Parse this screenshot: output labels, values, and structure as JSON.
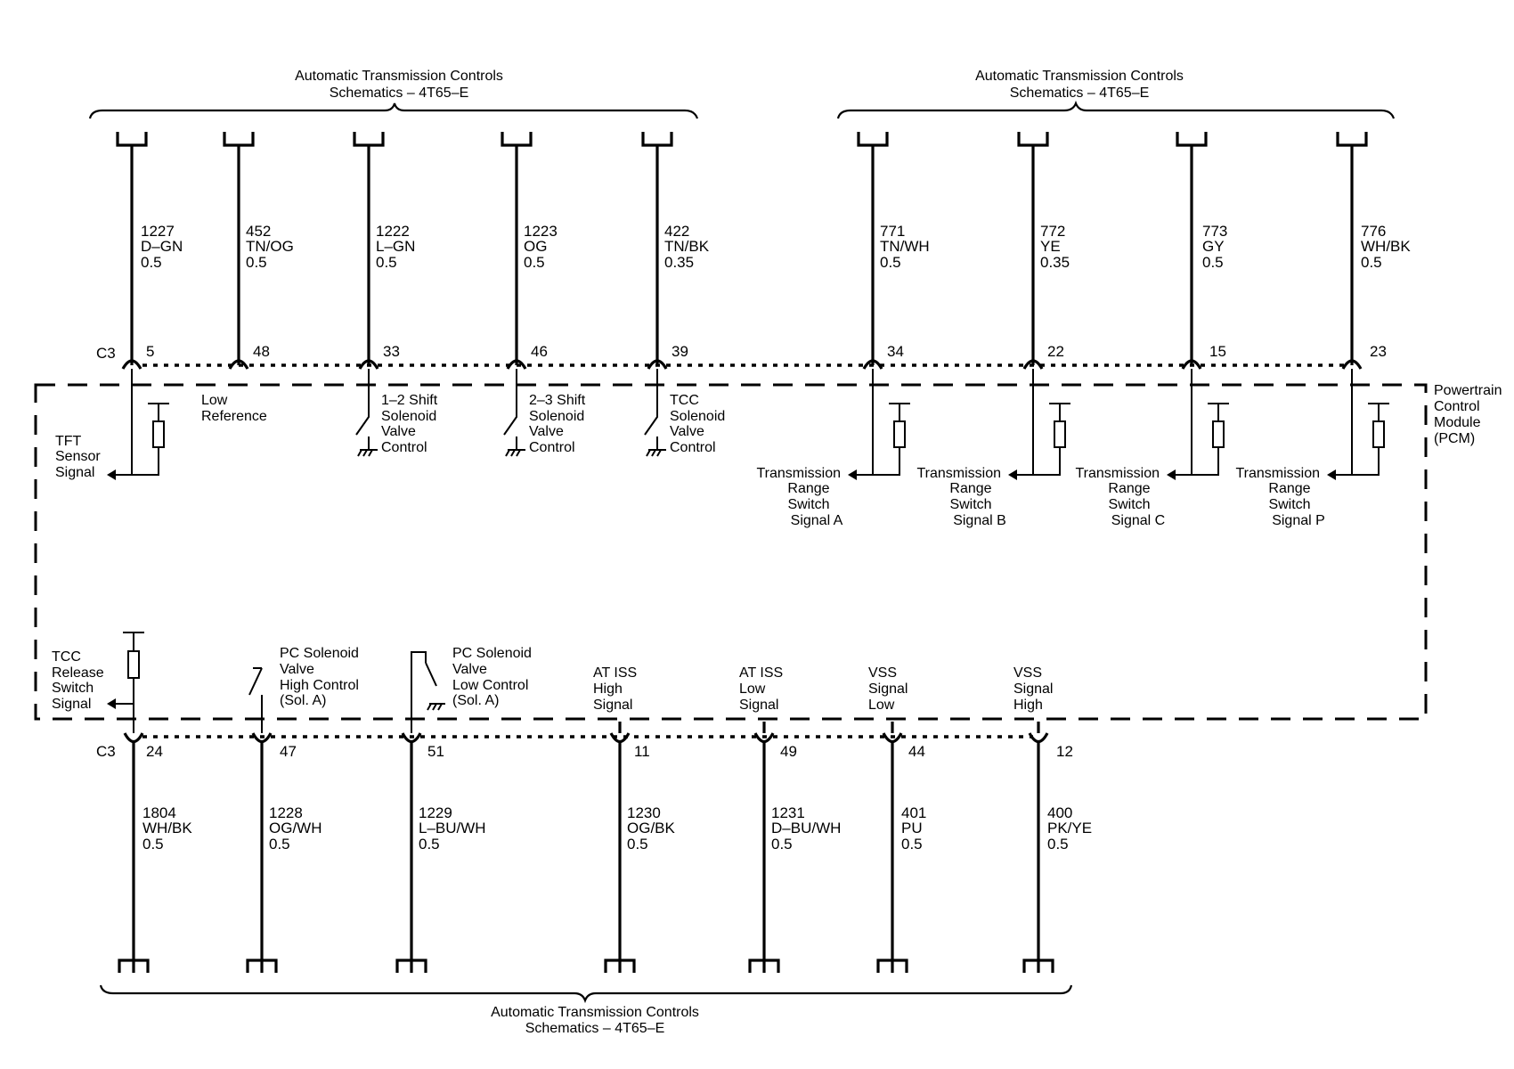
{
  "schematic_refs": {
    "top_left": [
      "Automatic Transmission Controls",
      "Schematics – 4T65–E"
    ],
    "top_right": [
      "Automatic Transmission Controls",
      "Schematics – 4T65–E"
    ],
    "bottom": [
      "Automatic Transmission Controls",
      "Schematics – 4T65–E"
    ]
  },
  "module_label": [
    "Powertrain",
    "Control",
    "Module",
    "(PCM)"
  ],
  "top_connector": "C3",
  "bottom_connector": "C3",
  "top_circuits": [
    {
      "circuit": "1227",
      "color": "D–GN",
      "size": "0.5",
      "pin": "5"
    },
    {
      "circuit": "452",
      "color": "TN/OG",
      "size": "0.5",
      "pin": "48"
    },
    {
      "circuit": "1222",
      "color": "L–GN",
      "size": "0.5",
      "pin": "33"
    },
    {
      "circuit": "1223",
      "color": "OG",
      "size": "0.5",
      "pin": "46"
    },
    {
      "circuit": "422",
      "color": "TN/BK",
      "size": "0.35",
      "pin": "39"
    },
    {
      "circuit": "771",
      "color": "TN/WH",
      "size": "0.5",
      "pin": "34"
    },
    {
      "circuit": "772",
      "color": "YE",
      "size": "0.35",
      "pin": "22"
    },
    {
      "circuit": "773",
      "color": "GY",
      "size": "0.5",
      "pin": "15"
    },
    {
      "circuit": "776",
      "color": "WH/BK",
      "size": "0.5",
      "pin": "23"
    }
  ],
  "top_functions": [
    [
      "TFT",
      "Sensor",
      "Signal"
    ],
    [
      "Low",
      "Reference"
    ],
    [
      "1–2 Shift",
      "Solenoid",
      "Valve",
      "Control"
    ],
    [
      "2–3 Shift",
      "Solenoid",
      "Valve",
      "Control"
    ],
    [
      "TCC",
      "Solenoid",
      "Valve",
      "Control"
    ],
    [
      "Transmission",
      "Range",
      "Switch",
      "Signal A"
    ],
    [
      "Transmission",
      "Range",
      "Switch",
      "Signal B"
    ],
    [
      "Transmission",
      "Range",
      "Switch",
      "Signal C"
    ],
    [
      "Transmission",
      "Range",
      "Switch",
      "Signal P"
    ]
  ],
  "bottom_circuits": [
    {
      "circuit": "1804",
      "color": "WH/BK",
      "size": "0.5",
      "pin": "24"
    },
    {
      "circuit": "1228",
      "color": "OG/WH",
      "size": "0.5",
      "pin": "47"
    },
    {
      "circuit": "1229",
      "color": "L–BU/WH",
      "size": "0.5",
      "pin": "51"
    },
    {
      "circuit": "1230",
      "color": "OG/BK",
      "size": "0.5",
      "pin": "11"
    },
    {
      "circuit": "1231",
      "color": "D–BU/WH",
      "size": "0.5",
      "pin": "49"
    },
    {
      "circuit": "401",
      "color": "PU",
      "size": "0.5",
      "pin": "44"
    },
    {
      "circuit": "400",
      "color": "PK/YE",
      "size": "0.5",
      "pin": "12"
    }
  ],
  "bottom_functions": [
    [
      "TCC",
      "Release",
      "Switch",
      "Signal"
    ],
    [
      "PC Solenoid",
      "Valve",
      "High Control",
      "(Sol. A)"
    ],
    [
      "PC Solenoid",
      "Valve",
      "Low Control",
      "(Sol. A)"
    ],
    [
      "AT ISS",
      "High",
      "Signal"
    ],
    [
      "AT ISS",
      "Low",
      "Signal"
    ],
    [
      "VSS",
      "Signal",
      "Low"
    ],
    [
      "VSS",
      "Signal",
      "High"
    ]
  ]
}
